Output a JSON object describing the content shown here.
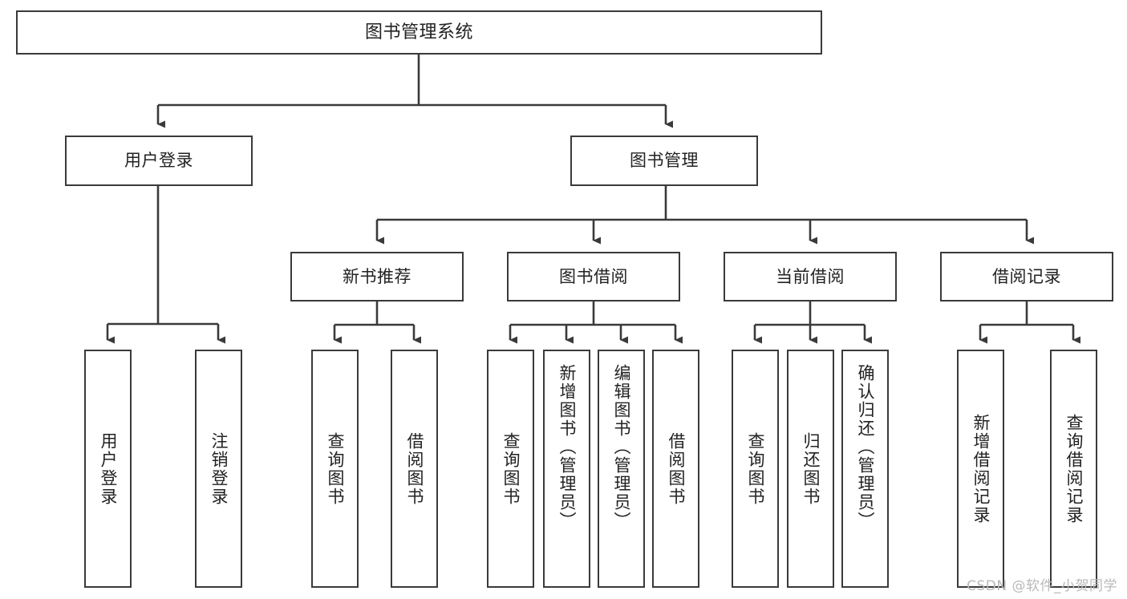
{
  "diagram": {
    "type": "tree",
    "title": "图书管理系统",
    "orientation": "top-down",
    "colors": {
      "box_border": "#3a3a3a",
      "box_fill": "#ffffff",
      "connector": "#3a3a3a",
      "text": "#222222",
      "watermark": "#b9b9b9",
      "background": "#ffffff"
    },
    "root": {
      "label": "图书管理系统"
    },
    "level2": [
      {
        "label": "用户登录"
      },
      {
        "label": "图书管理"
      }
    ],
    "level3": [
      {
        "label": "新书推荐"
      },
      {
        "label": "图书借阅"
      },
      {
        "label": "当前借阅"
      },
      {
        "label": "借阅记录"
      }
    ],
    "leaves": {
      "user_login": [
        {
          "label": "用户登录"
        },
        {
          "label": "注销登录"
        }
      ],
      "new_book_recommend": [
        {
          "label": "查询图书"
        },
        {
          "label": "借阅图书"
        }
      ],
      "book_borrow": [
        {
          "label": "查询图书"
        },
        {
          "label": "新增图书（管理员）"
        },
        {
          "label": "编辑图书（管理员）"
        },
        {
          "label": "借阅图书"
        }
      ],
      "current_borrow": [
        {
          "label": "查询图书"
        },
        {
          "label": "归还图书"
        },
        {
          "label": "确认归还（管理员）"
        }
      ],
      "borrow_record": [
        {
          "label": "新增借阅记录"
        },
        {
          "label": "查询借阅记录"
        }
      ]
    },
    "watermark": "CSDN @软件_小贺同学"
  }
}
